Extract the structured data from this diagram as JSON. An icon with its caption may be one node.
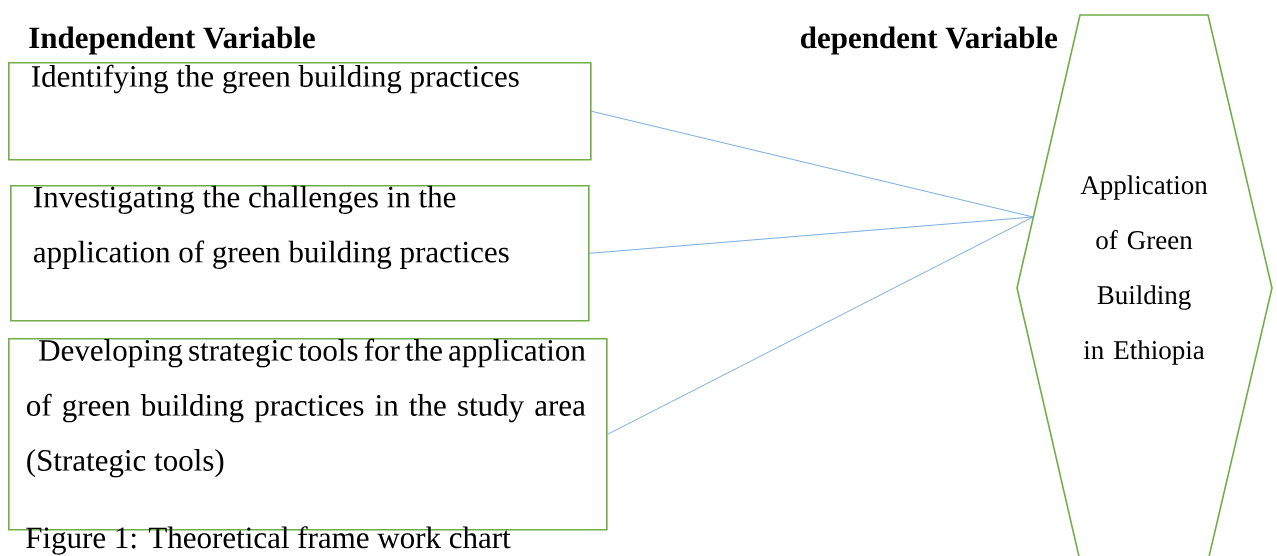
{
  "diagram": {
    "caption": "Figure 1: Theoretical frame work chart",
    "nodes": [
      {
        "text": [
          "Identifying the green building practices"
        ]
      },
      {
        "text": [
          "Investigating the challenges in the application of green building practices"
        ]
      },
      {
        "text": [
          "Developing strategic tools for the application of green building practices in the study area (Strategic tools)"
        ]
      },
      {
        "text": [
          "Application of Green Building in Ethiopia"
        ]
      }
    ],
    "edges": [
      {
        "from": 0,
        "to": 3,
        "arrow": "none"
      },
      {
        "from": 1,
        "to": 3,
        "arrow": "none"
      },
      {
        "from": 2,
        "to": 3,
        "arrow": "none"
      }
    ],
    "labels": [
      "Independent Variable",
      "dependent Variable"
    ]
  }
}
